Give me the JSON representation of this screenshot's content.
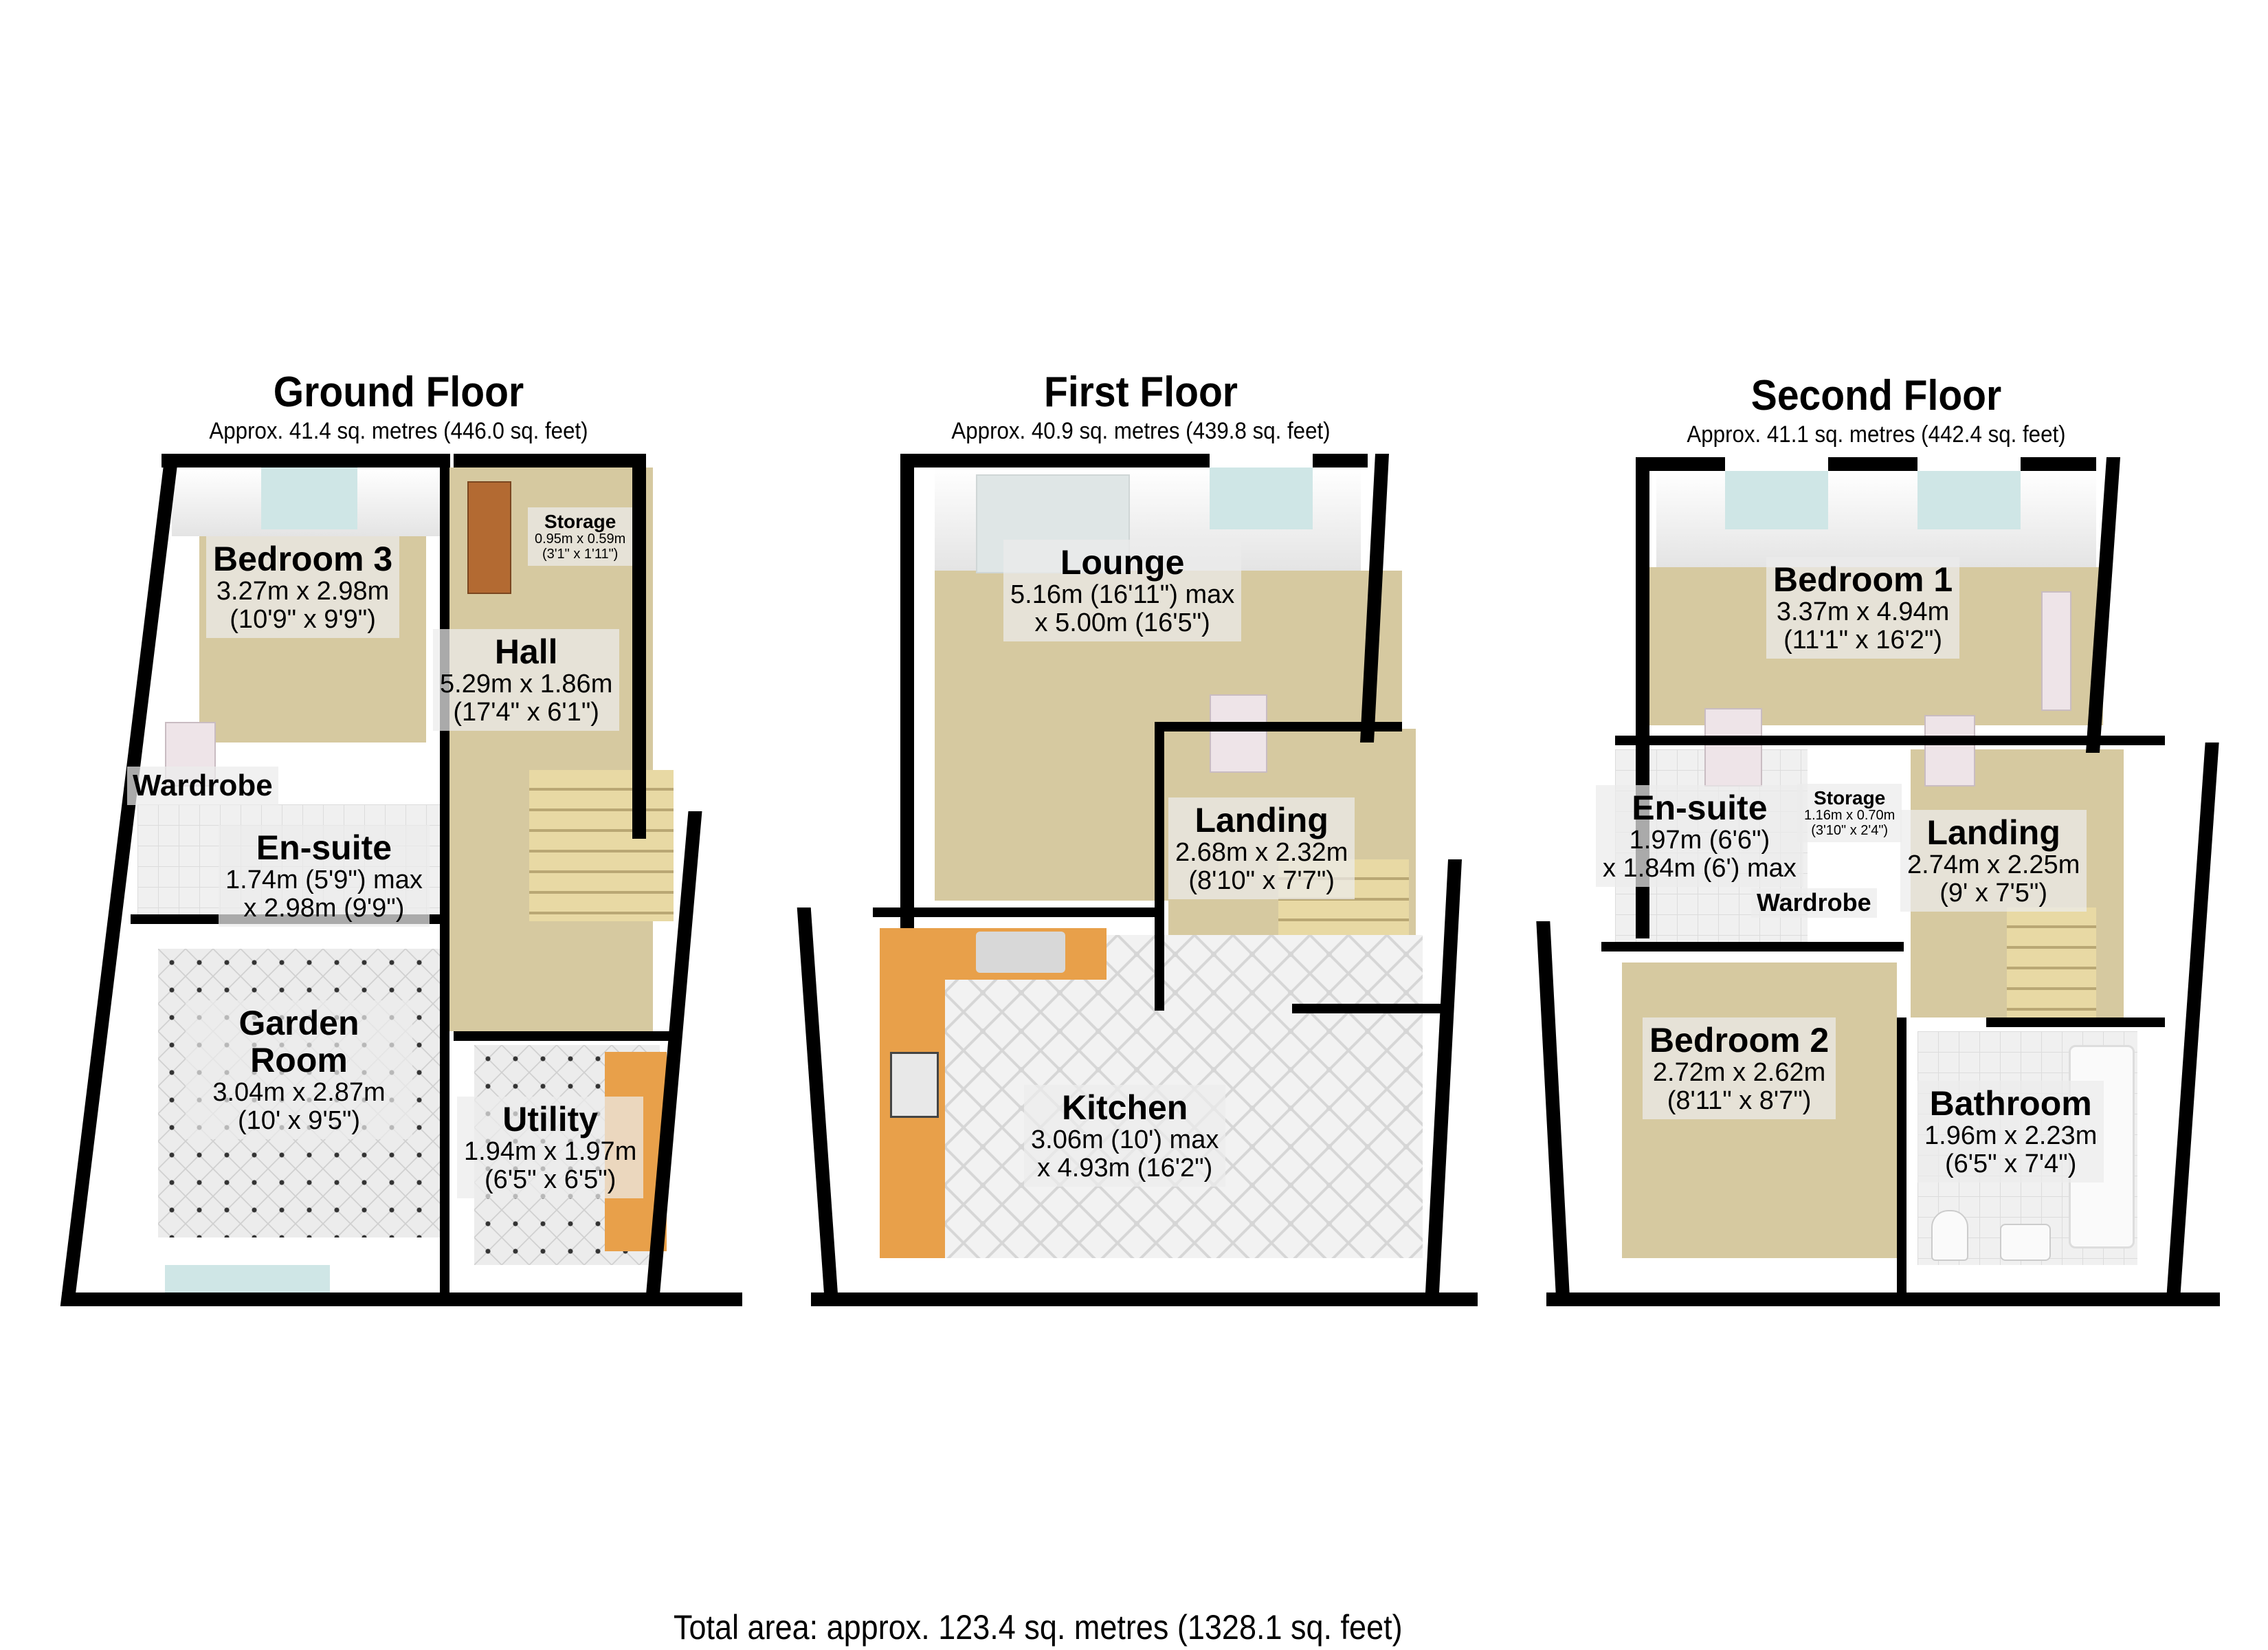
{
  "floors": [
    {
      "title": "Ground Floor",
      "area": "Approx. 41.4 sq. metres (446.0 sq. feet)",
      "rooms": [
        {
          "name": "Bedroom 3",
          "dim1": "3.27m x 2.98m",
          "dim2": "(10'9\" x 9'9\")"
        },
        {
          "name": "Storage",
          "dim1": "0.95m x 0.59m",
          "dim2": "(3'1\" x 1'11\")"
        },
        {
          "name": "Hall",
          "dim1": "5.29m x 1.86m",
          "dim2": "(17'4\" x 6'1\")"
        },
        {
          "name": "Wardrobe"
        },
        {
          "name": "En-suite",
          "dim1": "1.74m (5'9\") max",
          "dim2": "x 2.98m (9'9\")"
        },
        {
          "name": "Garden Room",
          "dim1": "3.04m x 2.87m",
          "dim2": "(10' x 9'5\")"
        },
        {
          "name": "Utility",
          "dim1": "1.94m x 1.97m",
          "dim2": "(6'5\" x 6'5\")"
        }
      ]
    },
    {
      "title": "First Floor",
      "area": "Approx. 40.9 sq. metres (439.8 sq. feet)",
      "rooms": [
        {
          "name": "Lounge",
          "dim1": "5.16m (16'11\") max",
          "dim2": "x 5.00m (16'5\")"
        },
        {
          "name": "Landing",
          "dim1": "2.68m x 2.32m",
          "dim2": "(8'10\" x 7'7\")"
        },
        {
          "name": "Kitchen",
          "dim1": "3.06m (10') max",
          "dim2": "x 4.93m (16'2\")"
        }
      ]
    },
    {
      "title": "Second Floor",
      "area": "Approx. 41.1 sq. metres (442.4 sq. feet)",
      "rooms": [
        {
          "name": "Bedroom 1",
          "dim1": "3.37m x 4.94m",
          "dim2": "(11'1\" x 16'2\")"
        },
        {
          "name": "En-suite",
          "dim1": "1.97m (6'6\")",
          "dim2": "x 1.84m (6') max"
        },
        {
          "name": "Storage",
          "dim1": "1.16m x 0.70m",
          "dim2": "(3'10\" x 2'4\")"
        },
        {
          "name": "Landing",
          "dim1": "2.74m x 2.25m",
          "dim2": "(9' x 7'5\")"
        },
        {
          "name": "Wardrobe"
        },
        {
          "name": "Bedroom 2",
          "dim1": "2.72m x 2.62m",
          "dim2": "(8'11\" x 8'7\")"
        },
        {
          "name": "Bathroom",
          "dim1": "1.96m x 2.23m",
          "dim2": "(6'5\" x 7'4\")"
        }
      ]
    }
  ],
  "total_area": "Total area: approx. 123.4 sq. metres (1328.1 sq. feet)",
  "colors": {
    "wall": "#000000",
    "carpet": "#d6c9a0",
    "worktop": "#e8a04a",
    "window": "#cfe6e6",
    "label_bg": "rgba(235,235,235,0.72)"
  }
}
